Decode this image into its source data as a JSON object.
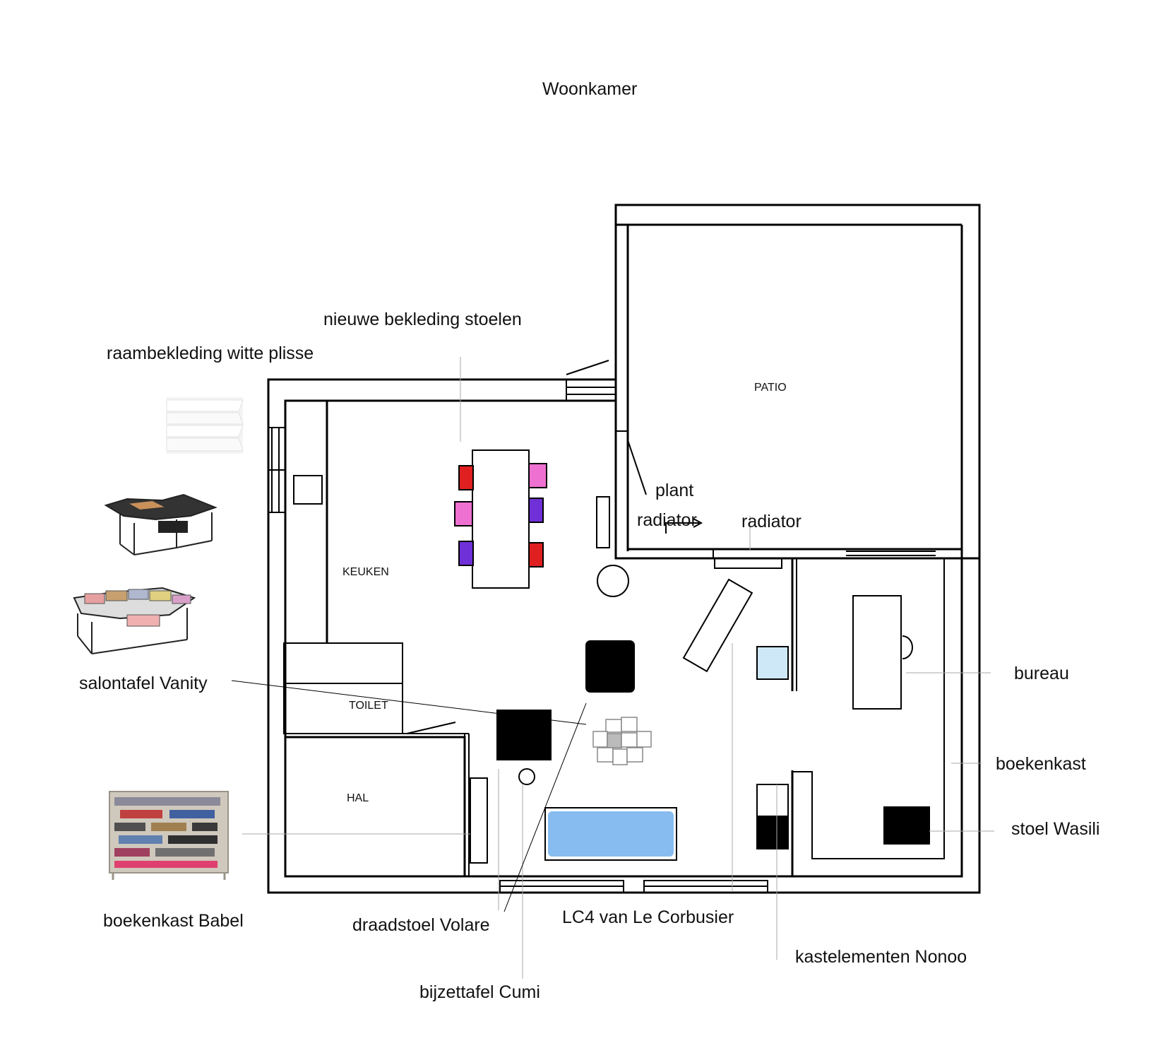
{
  "title": "Woonkamer",
  "rooms": {
    "patio": "PATIO",
    "keuken": "KEUKEN",
    "toilet": "TOILET",
    "hal": "HAL"
  },
  "labels": {
    "nieuwe_bekleding": "nieuwe bekleding stoelen",
    "raambekleding": "raambekleding witte plisse",
    "plant": "plant",
    "radiator_1": "radiator",
    "radiator_2": "radiator",
    "salontafel": "salontafel Vanity",
    "bureau": "bureau",
    "boekenkast": "boekenkast",
    "stoel_wasili": "stoel Wasili",
    "boekenkast_babel": "boekenkast Babel",
    "draadstoel": "draadstoel Volare",
    "lc4": "LC4 van Le Corbusier",
    "kastelementen": "kastelementen Nonoo",
    "bijzettafel": "bijzettafel Cumi"
  },
  "colors": {
    "wall": "#000000",
    "sofa_blue": "#86bcef",
    "chair_red": "#e02020",
    "chair_pink": "#ee70d0",
    "chair_purple": "#7030d8",
    "leader": "#aaaaaa",
    "lightblue_box": "#cfe8f7"
  },
  "icons": [
    "plisse-blind-image",
    "salontafel-image",
    "salontafel-magazines-image",
    "bookcase-babel-image"
  ]
}
